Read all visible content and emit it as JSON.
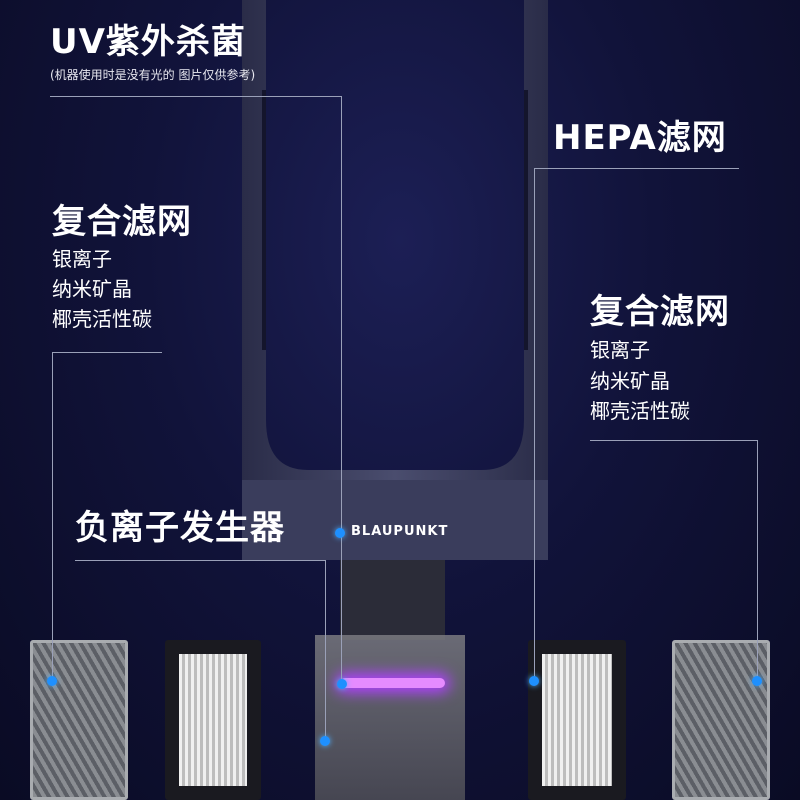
{
  "uv": {
    "title": "UV紫外杀菌",
    "note": "(机器使用时是没有光的 图片仅供参考)"
  },
  "hepa": {
    "title": "HEPA滤网"
  },
  "composite_left": {
    "title": "复合滤网",
    "items": [
      "银离子",
      "纳米矿晶",
      "椰壳活性碳"
    ]
  },
  "composite_right": {
    "title": "复合滤网",
    "items": [
      "银离子",
      "纳米矿晶",
      "椰壳活性碳"
    ]
  },
  "ion": {
    "title": "负离子发生器"
  },
  "brand": "BLAUPUNKT",
  "colors": {
    "accent": "#1e90ff",
    "uv_light": "#d060ff",
    "tower": "#3a3d5c"
  }
}
